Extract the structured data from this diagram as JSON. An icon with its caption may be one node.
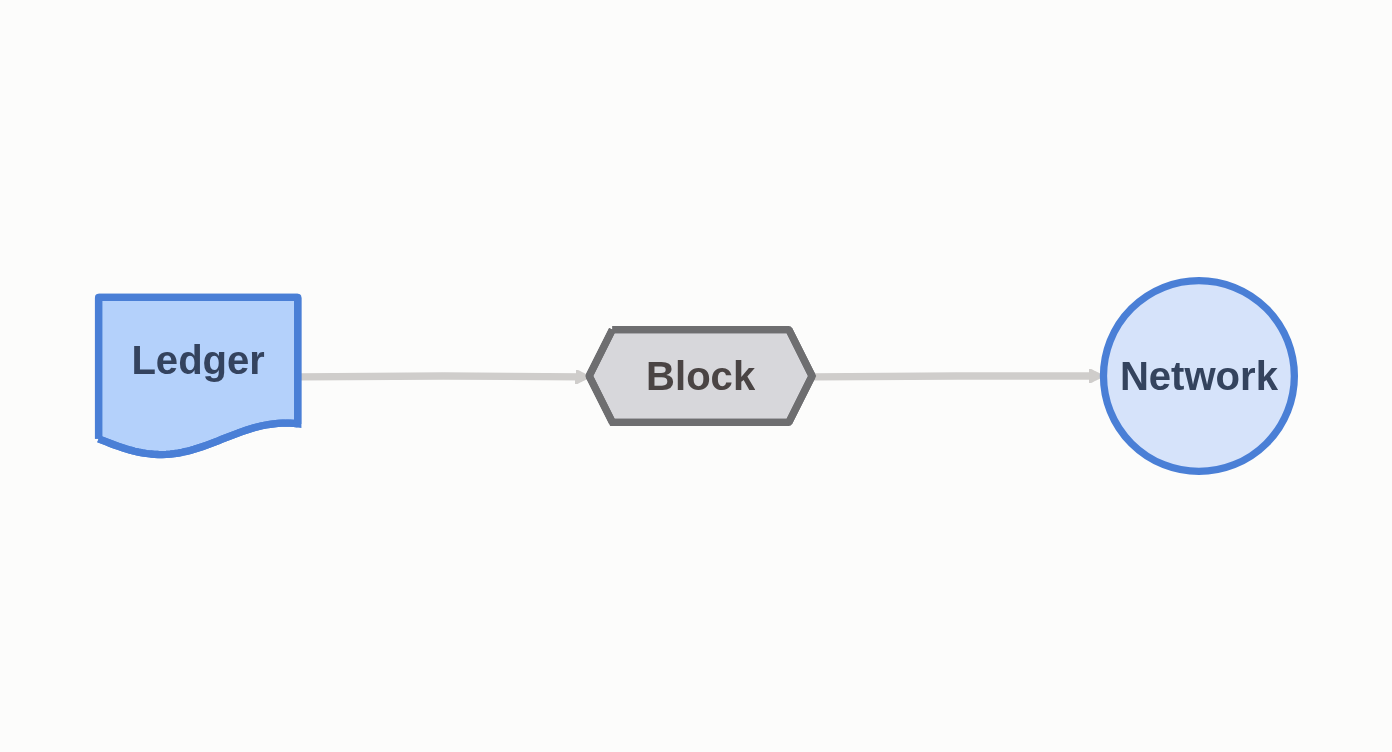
{
  "diagram": {
    "nodes": [
      {
        "text": [
          "Ledger"
        ]
      },
      {
        "text": [
          "Block"
        ]
      },
      {
        "text": [
          "Network"
        ]
      }
    ],
    "edges": [
      {
        "from": 0,
        "to": 1,
        "arrow": "to"
      },
      {
        "from": 1,
        "to": 2,
        "arrow": "to"
      }
    ]
  }
}
